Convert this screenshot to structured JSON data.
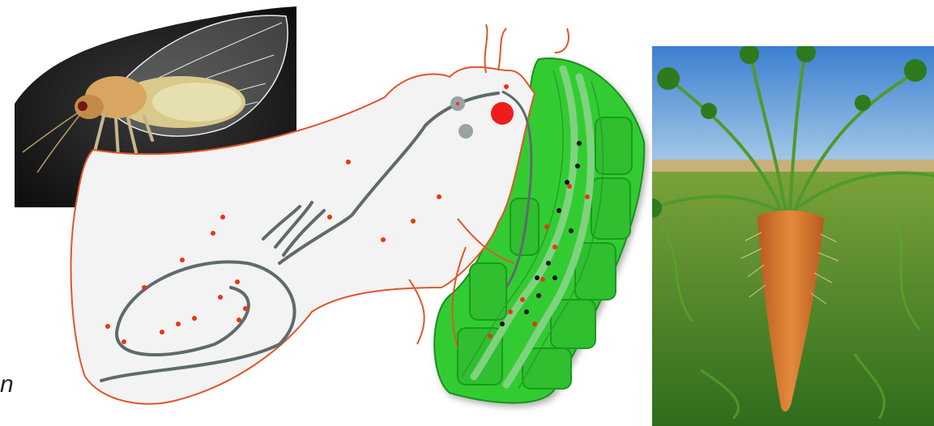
{
  "edge_text": "n",
  "colors": {
    "leaf_green": "#33cc33",
    "leaf_dark": "#1a8f1a",
    "outline_orange": "#e0562a",
    "gut_grey": "#5f6b6b",
    "bacteria_red": "#ee3311",
    "bacteria_black": "#111111",
    "sky_blue": "#4a90d9"
  },
  "panels": [
    {
      "name": "psyllid-photo",
      "depicts": "adult-psyllid-insect"
    },
    {
      "name": "gut-feeding-diagram",
      "depicts": "insect-alimentary-canal-on-leaf-phloem"
    },
    {
      "name": "carrot-photo",
      "depicts": "carrot-plant-in-field"
    }
  ]
}
